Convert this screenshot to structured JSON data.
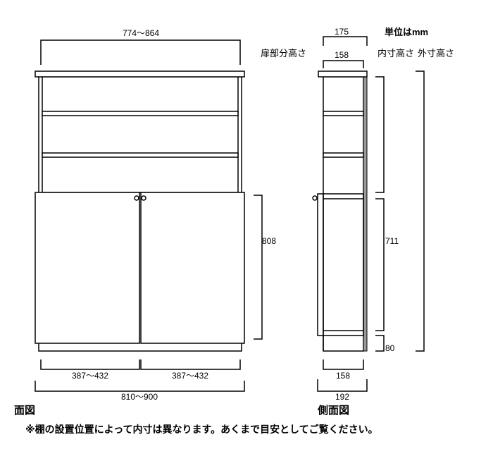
{
  "unit_label": "単位はmm",
  "front": {
    "title": "面図",
    "door_height_label": "扉部分高さ",
    "top_width": "774～864",
    "door_height": "808",
    "left_door_width": "387～432",
    "right_door_width": "387～432",
    "outer_width": "810～900"
  },
  "side": {
    "title": "側面図",
    "inner_height_label": "内寸高さ",
    "outer_height_label": "外寸高さ",
    "top_depth_outer": "175",
    "top_depth_inner": "158",
    "lower_inner_height": "711",
    "base_height": "80",
    "bottom_depth_inner": "158",
    "bottom_depth_outer": "192"
  },
  "note": "※棚の設置位置によって内寸は異なります。あくまで目安としてご覧ください。",
  "colors": {
    "back_panel": "#999999"
  }
}
